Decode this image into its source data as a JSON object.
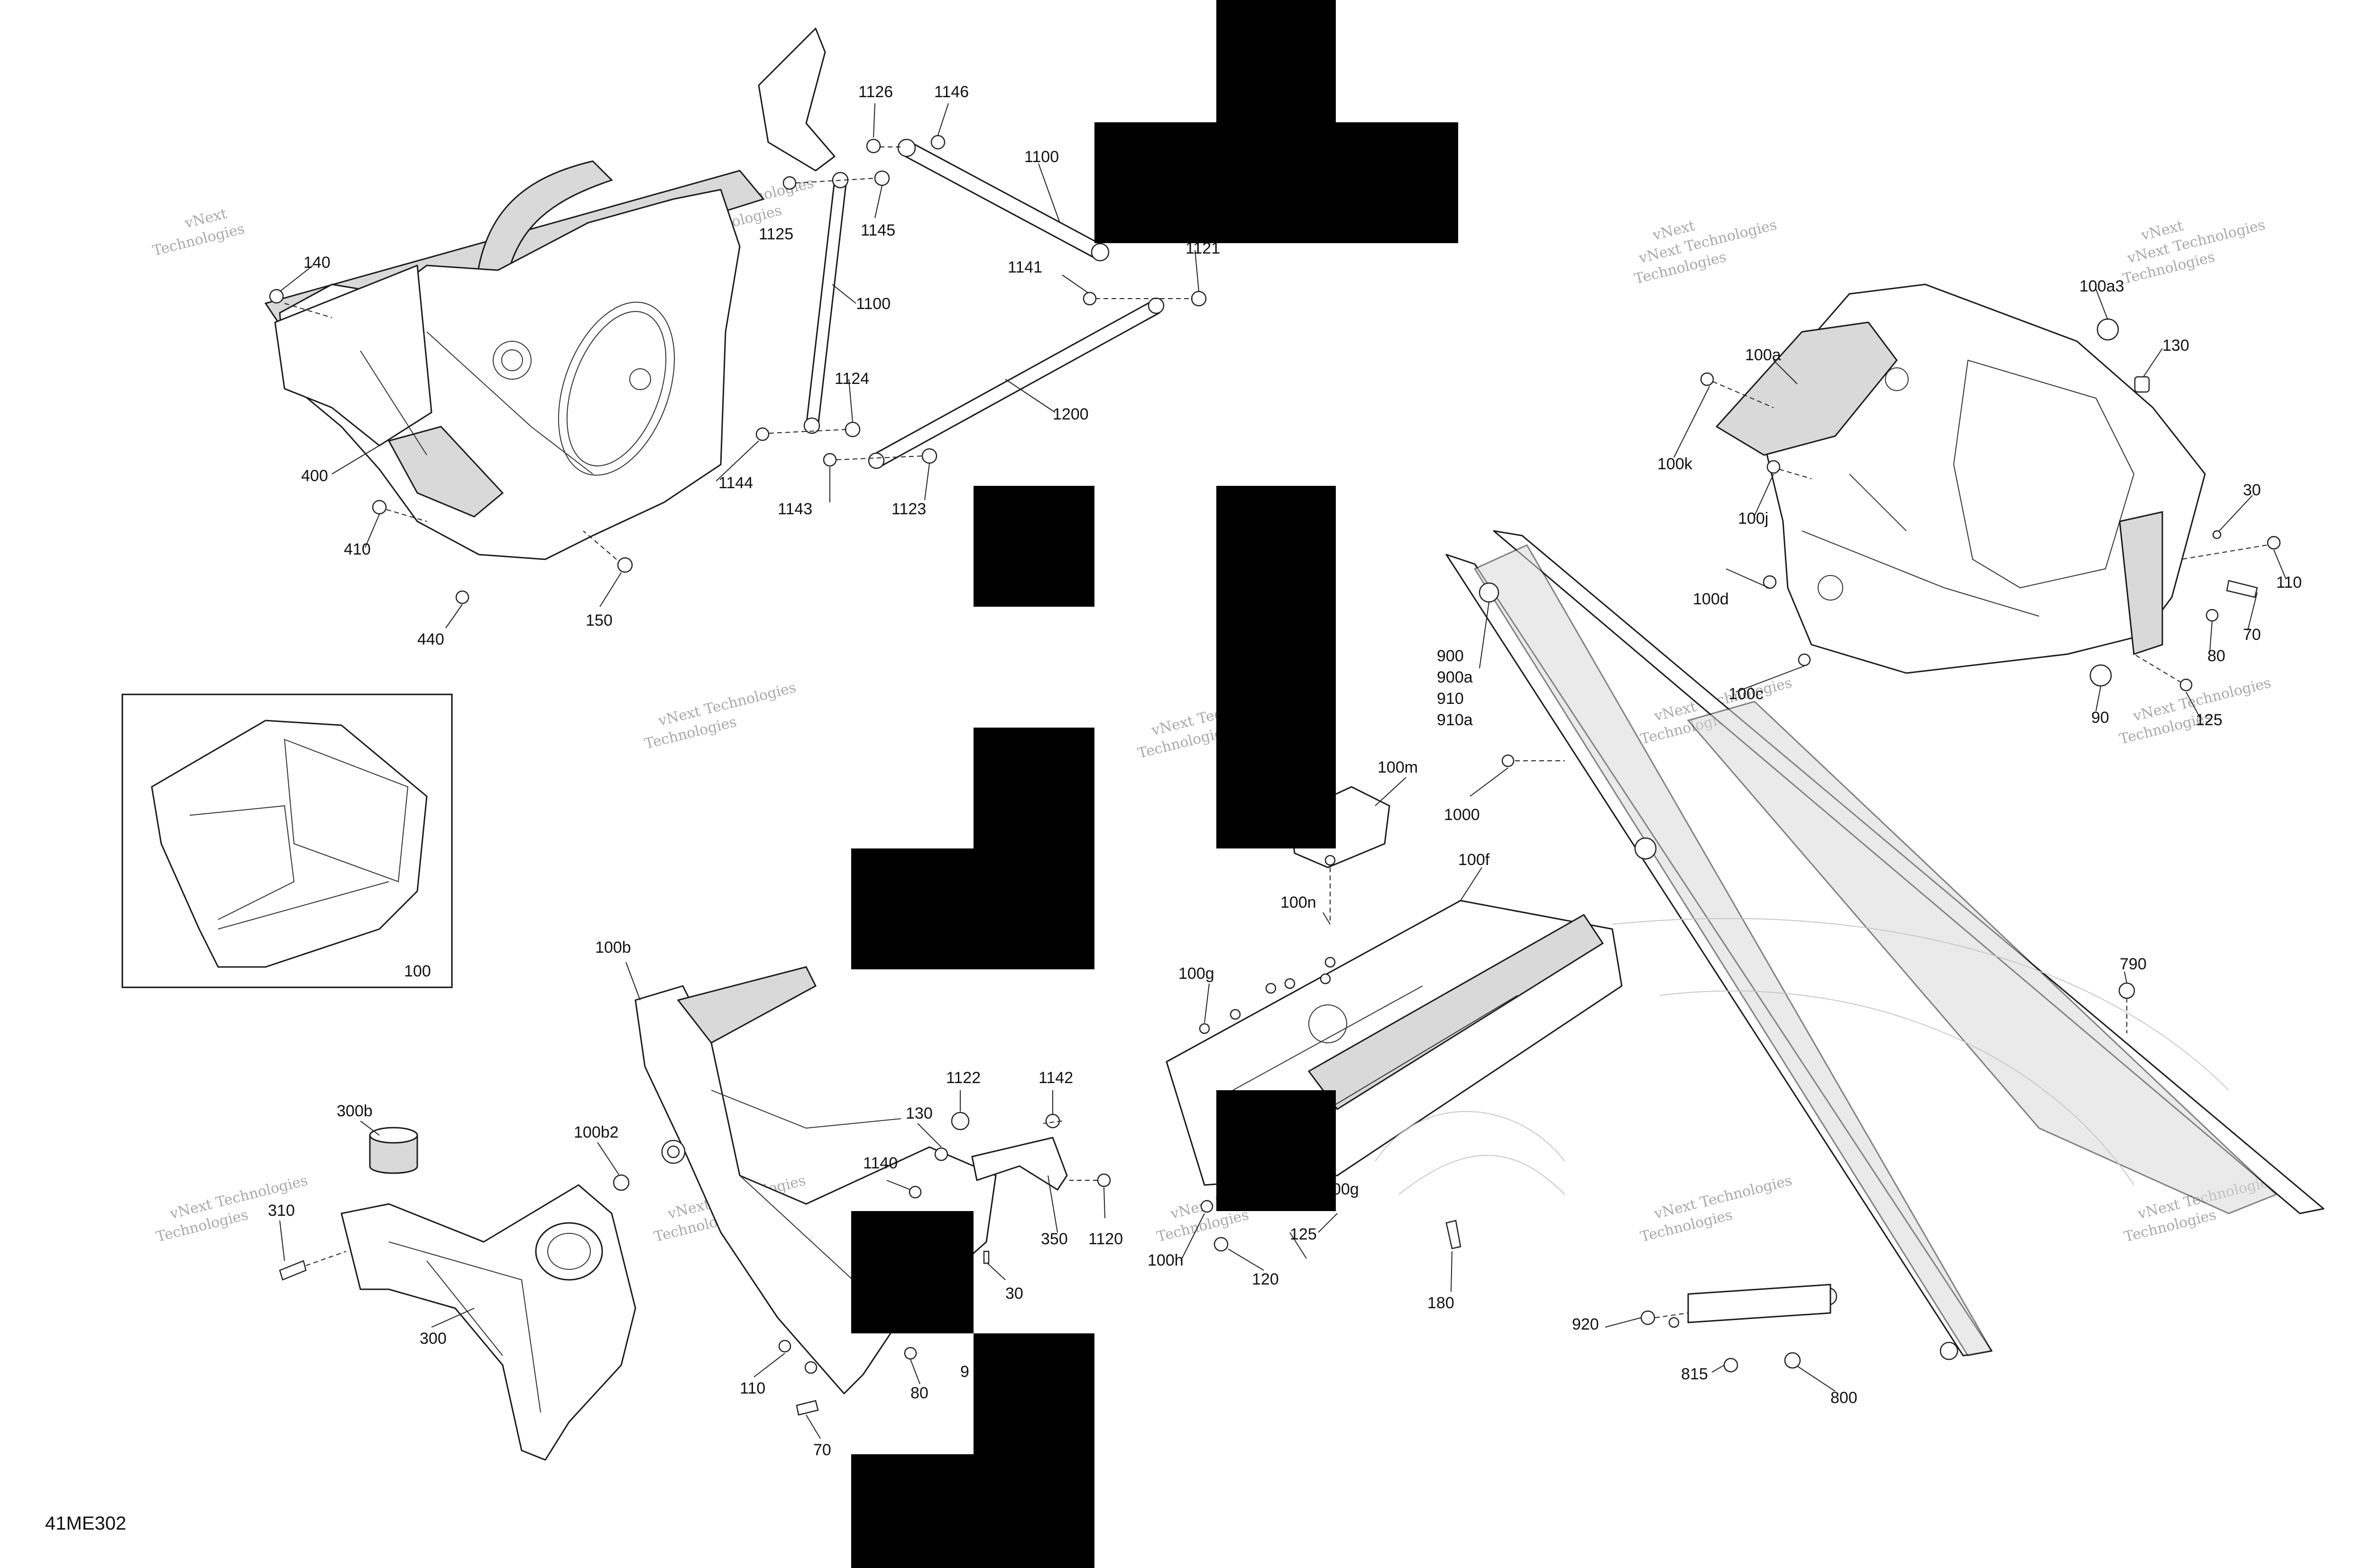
{
  "diagram_id": "41ME302",
  "watermark": {
    "line1": "vNext",
    "line2": "Technologies",
    "inline": "vNext Technologies"
  },
  "inset": {
    "label": "100"
  },
  "callouts": {
    "c1126": "1126",
    "c1146": "1146",
    "c1100a": "1100",
    "c1100b": "1100",
    "c1125": "1125",
    "c1145": "1145",
    "c1141": "1141",
    "c1121": "1121",
    "c1124": "1124",
    "c1200": "1200",
    "c1144": "1144",
    "c1143": "1143",
    "c1123": "1123",
    "c140": "140",
    "c400": "400",
    "c410": "410",
    "c440": "440",
    "c150": "150",
    "c100a3": "100a3",
    "c100a": "100a",
    "c130a": "130",
    "c100k": "100k",
    "c100j": "100j",
    "c30a": "30",
    "c110a": "110",
    "c100d": "100d",
    "c70a": "70",
    "c80a": "80",
    "c100c": "100c",
    "c90a": "90",
    "c125a": "125",
    "c900": "900",
    "c900a": "900a",
    "c910": "910",
    "c910a": "910a",
    "c1000": "1000",
    "c100m": "100m",
    "c100f": "100f",
    "c100n": "100n",
    "c100g": "100g",
    "c100g2": "100g",
    "c125b": "125",
    "c100h": "100h",
    "c120": "120",
    "c180": "180",
    "c790": "790",
    "c920": "920",
    "c815": "815",
    "c800": "800",
    "c100b": "100b",
    "c300b": "300b",
    "c100b2": "100b2",
    "c310": "310",
    "c300": "300",
    "c1122": "1122",
    "c130b": "130",
    "c1142": "1142",
    "c1140": "1140",
    "c350": "350",
    "c1120": "1120",
    "c30b": "30",
    "c110b": "110",
    "c80b": "80",
    "c9b": "9",
    "c70b": "70"
  }
}
